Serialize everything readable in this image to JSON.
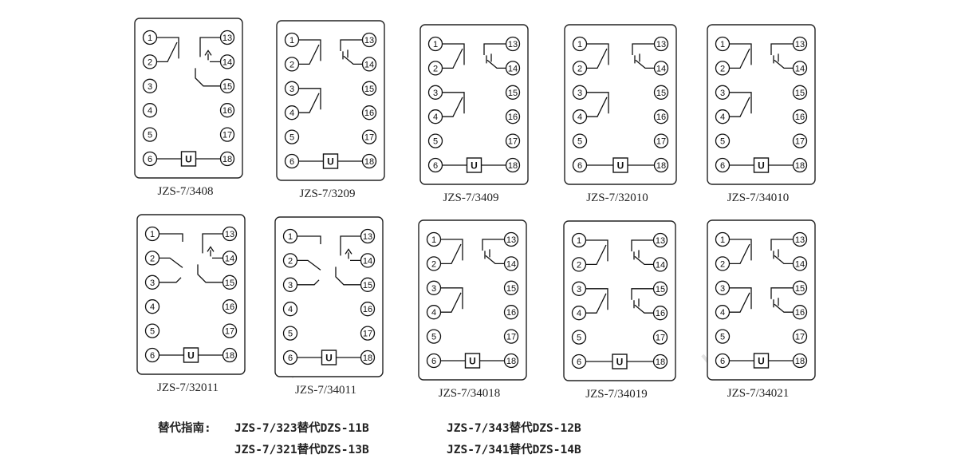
{
  "watermark": "JOSEF约瑟",
  "diagrams": [
    {
      "caption": "JZS-7/3408",
      "pins": [
        "1",
        "2",
        "3",
        "4",
        "5",
        "6",
        "13",
        "14",
        "15",
        "16",
        "17",
        "18"
      ],
      "coil": "U"
    },
    {
      "caption": "JZS-7/3209",
      "pins": [
        "1",
        "2",
        "3",
        "4",
        "5",
        "6",
        "13",
        "14",
        "15",
        "16",
        "17",
        "18"
      ],
      "coil": "U"
    },
    {
      "caption": "JZS-7/3409",
      "pins": [
        "1",
        "2",
        "3",
        "4",
        "5",
        "6",
        "13",
        "14",
        "15",
        "16",
        "17",
        "18"
      ],
      "coil": "U"
    },
    {
      "caption": "JZS-7/32010",
      "pins": [
        "1",
        "2",
        "3",
        "4",
        "5",
        "6",
        "13",
        "14",
        "15",
        "16",
        "17",
        "18"
      ],
      "coil": "U"
    },
    {
      "caption": "JZS-7/34010",
      "pins": [
        "1",
        "2",
        "3",
        "4",
        "5",
        "6",
        "13",
        "14",
        "15",
        "16",
        "17",
        "18"
      ],
      "coil": "U"
    },
    {
      "caption": "JZS-7/32011",
      "pins": [
        "1",
        "2",
        "3",
        "4",
        "5",
        "6",
        "13",
        "14",
        "15",
        "16",
        "17",
        "18"
      ],
      "coil": "U"
    },
    {
      "caption": "JZS-7/34011",
      "pins": [
        "1",
        "2",
        "3",
        "4",
        "5",
        "6",
        "13",
        "14",
        "15",
        "16",
        "17",
        "18"
      ],
      "coil": "U"
    },
    {
      "caption": "JZS-7/34018",
      "pins": [
        "1",
        "2",
        "3",
        "4",
        "5",
        "6",
        "13",
        "14",
        "15",
        "16",
        "17",
        "18"
      ],
      "coil": "U"
    },
    {
      "caption": "JZS-7/34019",
      "pins": [
        "1",
        "2",
        "3",
        "4",
        "5",
        "6",
        "13",
        "14",
        "15",
        "16",
        "17",
        "18"
      ],
      "coil": "U"
    },
    {
      "caption": "JZS-7/34021",
      "pins": [
        "1",
        "2",
        "3",
        "4",
        "5",
        "6",
        "13",
        "14",
        "15",
        "16",
        "17",
        "18"
      ],
      "coil": "U"
    }
  ],
  "guide": {
    "heading": "替代指南:",
    "items": [
      "JZS-7/323替代DZS-11B",
      "JZS-7/343替代DZS-12B",
      "JZS-7/321替代DZS-13B",
      "JZS-7/341替代DZS-14B"
    ]
  }
}
